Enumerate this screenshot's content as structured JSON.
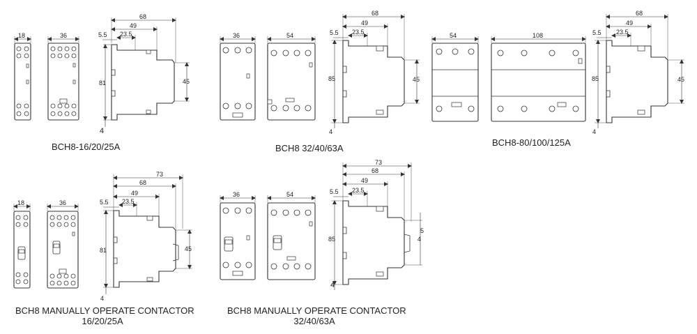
{
  "groups": {
    "g1": {
      "caption": "BCH8-16/20/25A",
      "widths": {
        "narrow": "18",
        "wide": "36"
      },
      "side": {
        "d68": "68",
        "d49": "49",
        "d23": "23.5",
        "d55": "5.5",
        "h81": "81",
        "h45": "45",
        "h4": "4"
      }
    },
    "g2": {
      "caption": "BCH8 32/40/63A",
      "widths": {
        "narrow": "36",
        "wide": "54"
      },
      "side": {
        "d68": "68",
        "d49": "49",
        "d23": "23.5",
        "d55": "5.5",
        "h85": "85",
        "h45": "45",
        "h4": "4"
      }
    },
    "g3": {
      "caption": "BCH8-80/100/125A",
      "widths": {
        "narrow": "54",
        "wide": "108"
      },
      "side": {
        "d68": "68",
        "d49": "49",
        "d23": "23.5",
        "d55": "5.5",
        "h85": "85",
        "h45": "45",
        "h4": "4"
      }
    },
    "g4": {
      "caption_line1": "BCH8 MANUALLY OPERATE CONTACTOR",
      "caption_line2": "16/20/25A",
      "widths": {
        "narrow": "18",
        "wide": "36"
      },
      "side": {
        "d73": "73",
        "d68": "68",
        "d49": "49",
        "d23": "23.5",
        "d55": "5.5",
        "h81": "81",
        "h45": "45",
        "h4": "4"
      }
    },
    "g5": {
      "caption_line1": "BCH8 MANUALLY OPERATE CONTACTOR",
      "caption_line2": "32/40/63A",
      "widths": {
        "narrow": "36",
        "wide": "54"
      },
      "side": {
        "d73": "73",
        "d68": "68",
        "d49": "49",
        "d23": "23.5",
        "d55": "5.5",
        "h85": "85",
        "h45": "5",
        "h45b": "4",
        "h4": "4"
      }
    }
  }
}
